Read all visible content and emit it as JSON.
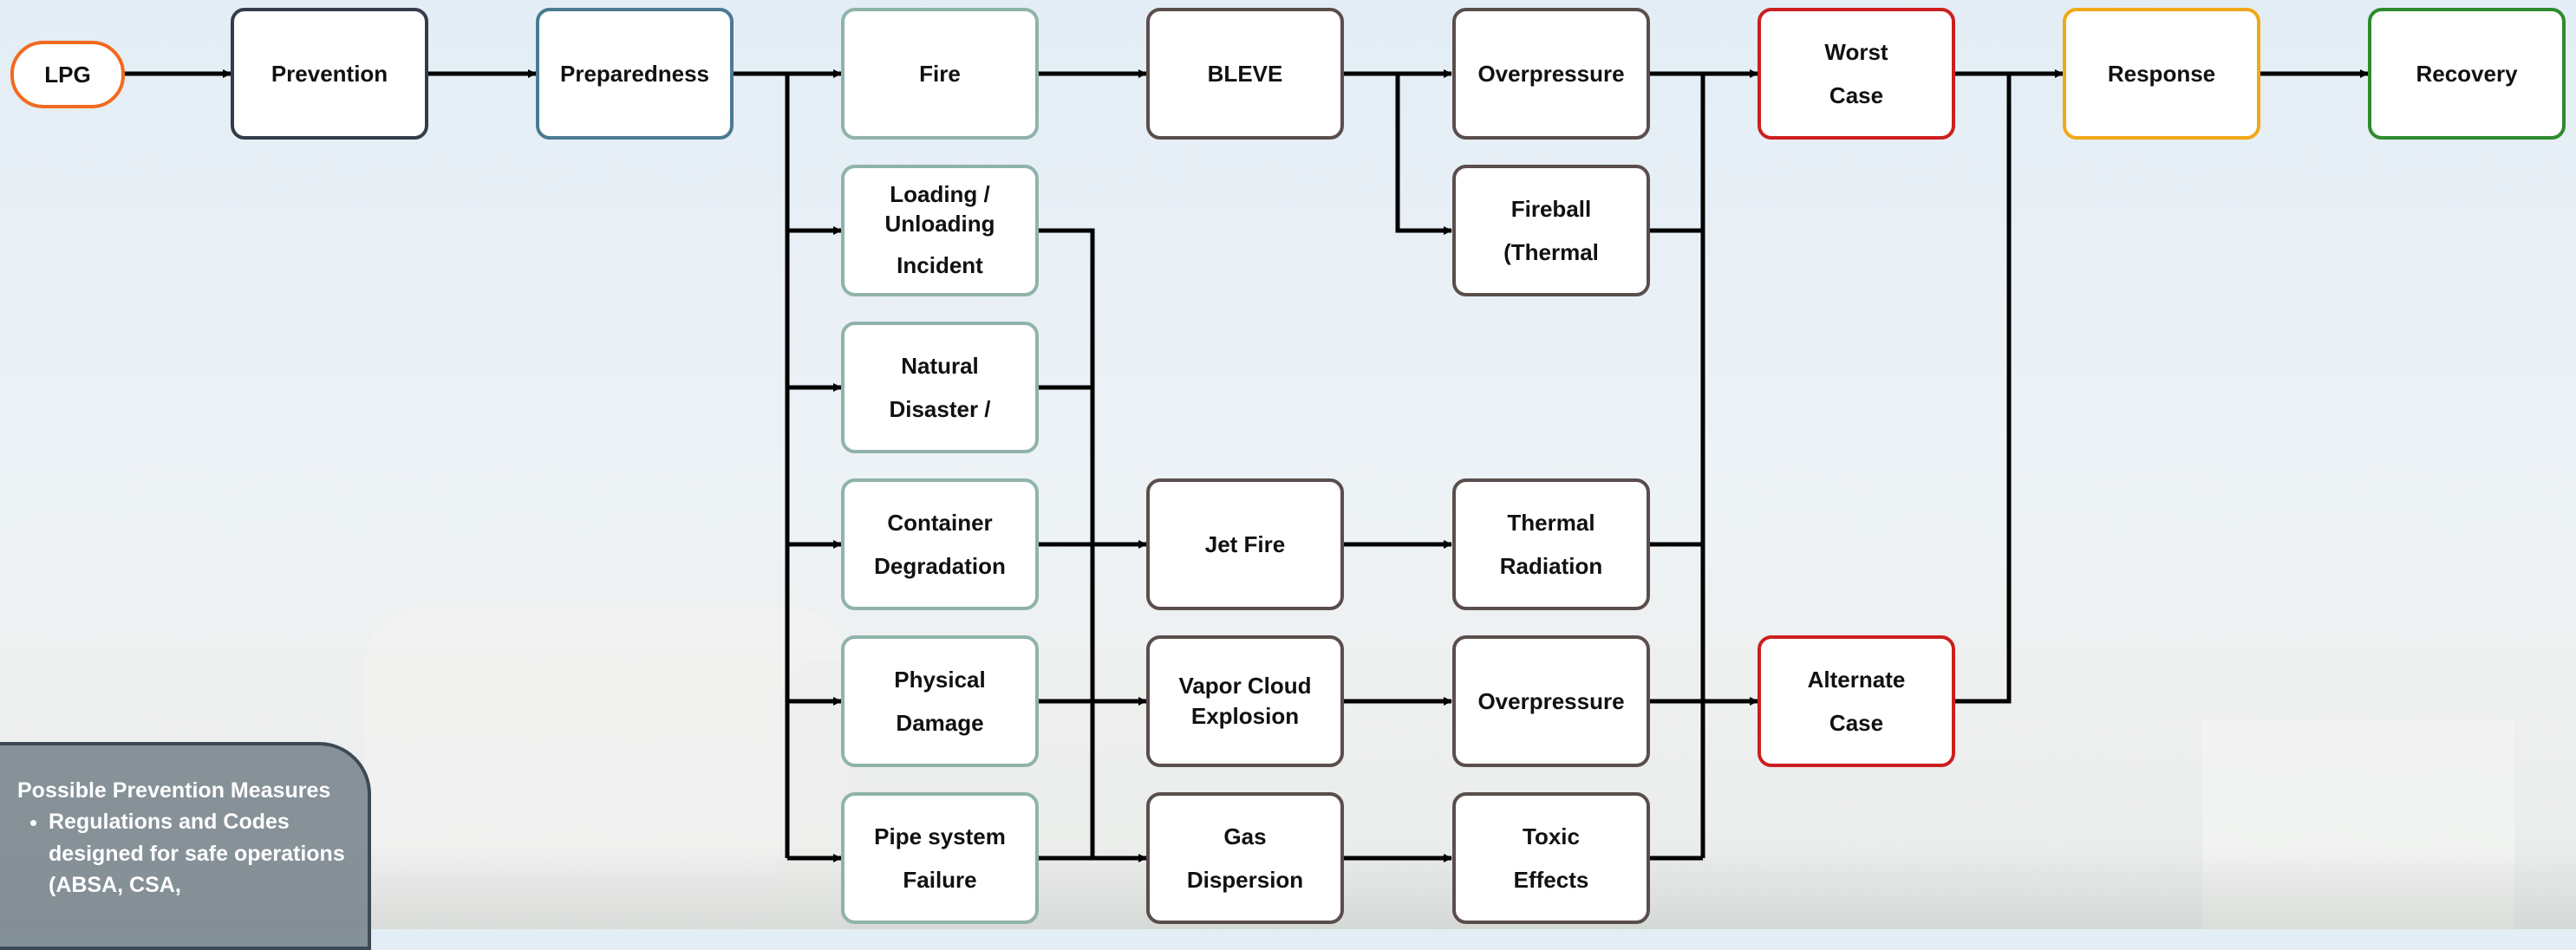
{
  "colors": {
    "lpg": "#f26a1f",
    "prevention": "#333d4a",
    "preparedness": "#4a7a92",
    "incident": "#8fb3aa",
    "effect": "#5a4e4c",
    "worst": "#cc1f1f",
    "response": "#f0a818",
    "recovery": "#2e8b2e"
  },
  "nodes": {
    "lpg": "LPG",
    "prevention": "Prevention",
    "preparedness": "Preparedness",
    "fire": "Fire",
    "bleve": "BLEVE",
    "overpressure_top": "Overpressure",
    "worst_case": [
      "Worst",
      "Case"
    ],
    "response": "Response",
    "recovery": "Recovery",
    "loading": [
      "Loading /",
      "Unloading",
      "Incident"
    ],
    "fireball": [
      "Fireball",
      "(Thermal"
    ],
    "natural": [
      "Natural",
      "Disaster /"
    ],
    "container": [
      "Container",
      "Degradation"
    ],
    "jet_fire": "Jet Fire",
    "thermal_radiation": [
      "Thermal",
      "Radiation"
    ],
    "physical": [
      "Physical",
      "Damage"
    ],
    "vce": [
      "Vapor Cloud",
      "Explosion"
    ],
    "overpressure_bottom": "Overpressure",
    "alternate_case": [
      "Alternate",
      "Case"
    ],
    "pipe": [
      "Pipe system",
      "Failure"
    ],
    "gas_dispersion": [
      "Gas",
      "Dispersion"
    ],
    "toxic": [
      "Toxic",
      "Effects"
    ]
  },
  "panel": {
    "title": "Possible Prevention Measures",
    "bullets": [
      "Regulations and Codes designed for safe operations (ABSA, CSA,"
    ]
  }
}
